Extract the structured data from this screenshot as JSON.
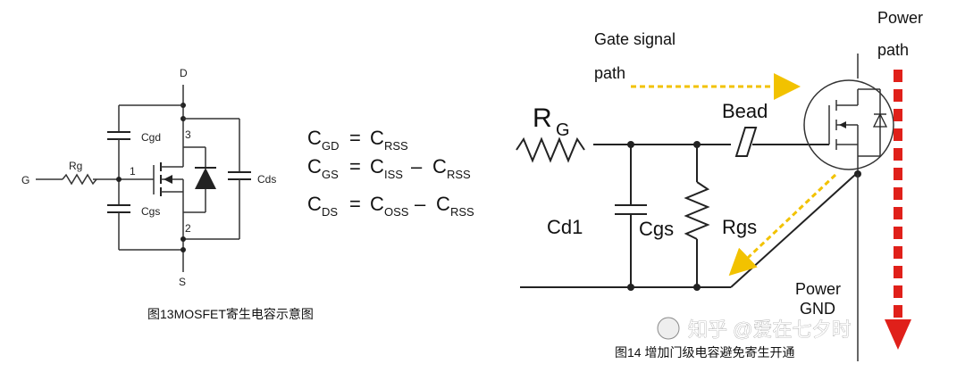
{
  "left_figure": {
    "terminals": {
      "drain": "D",
      "gate": "G",
      "source": "S"
    },
    "pins": {
      "pin1": "1",
      "pin2": "2",
      "pin3": "3"
    },
    "components": {
      "rg": "Rg",
      "cgd": "Cgd",
      "cgs": "Cgs",
      "cds": "Cds"
    },
    "caption": "图13MOSFET寄生电容示意图"
  },
  "equations": [
    {
      "lhs": "C",
      "lhs_sub": "GD",
      "rhs1": "C",
      "rhs1_sub": "RSS",
      "op": "",
      "rhs2": "",
      "rhs2_sub": ""
    },
    {
      "lhs": "C",
      "lhs_sub": "GS",
      "rhs1": "C",
      "rhs1_sub": "ISS",
      "op": "–",
      "rhs2": "C",
      "rhs2_sub": "RSS"
    },
    {
      "lhs": "C",
      "lhs_sub": "DS",
      "rhs1": "C",
      "rhs1_sub": "OSS",
      "op": "–",
      "rhs2": "C",
      "rhs2_sub": "RSS"
    }
  ],
  "right_figure": {
    "gate_signal_path": [
      "Gate signal",
      "path"
    ],
    "power_path": [
      "Power",
      "path"
    ],
    "rg_main": "R",
    "rg_sub": "G",
    "bead": "Bead",
    "cd1": "Cd1",
    "cgs": "Cgs",
    "rgs": "Rgs",
    "power_gnd": [
      "Power",
      "GND"
    ],
    "caption": "图14 增加门级电容避免寄生开通",
    "colors": {
      "gate_arrow": "#f2c200",
      "power_arrow": "#e0201a"
    }
  },
  "watermark": "知乎 @爱在七夕时"
}
